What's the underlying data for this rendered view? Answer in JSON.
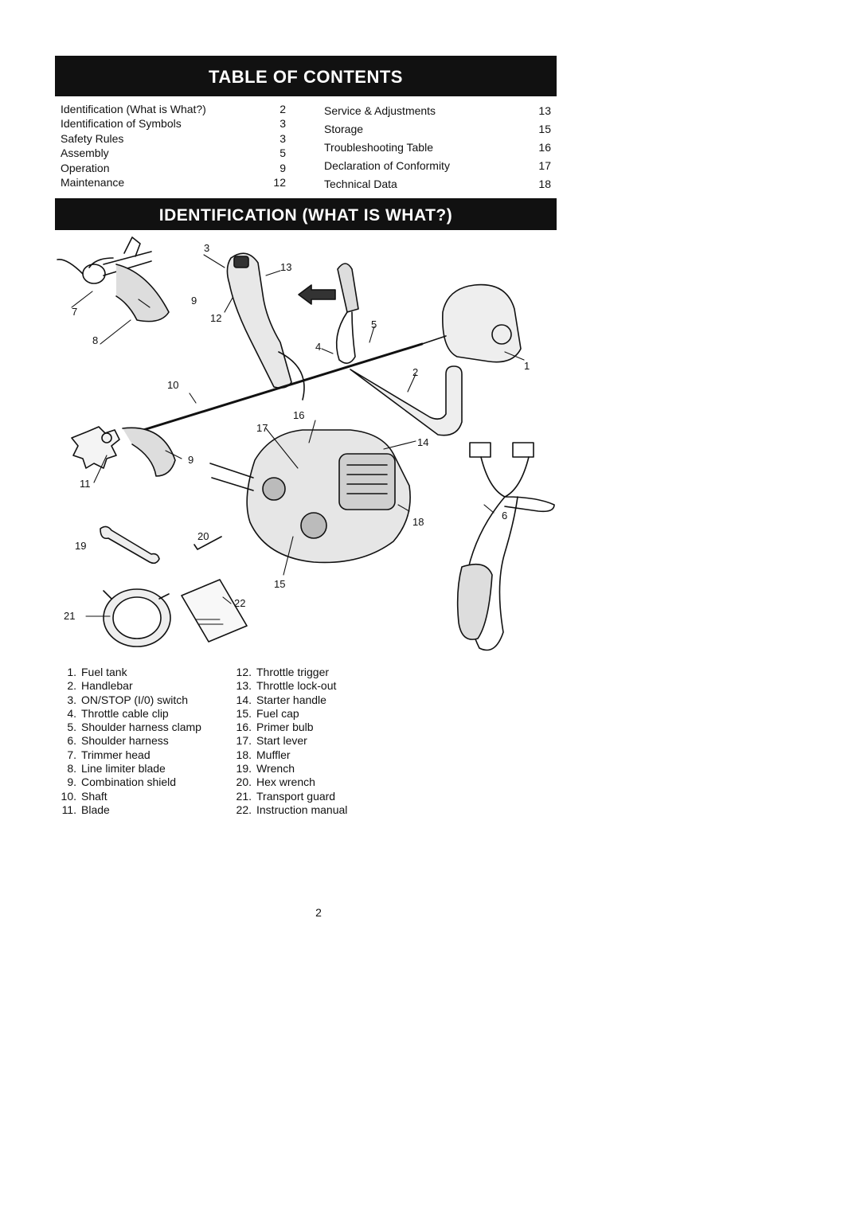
{
  "toc": {
    "title": "TABLE OF CONTENTS",
    "left": [
      {
        "label": "Identification (What is What?)",
        "page": "2"
      },
      {
        "label": "Identification of Symbols",
        "page": "3"
      },
      {
        "label": "Safety Rules",
        "page": "3"
      },
      {
        "label": "Assembly",
        "page": "5"
      },
      {
        "label": "Operation",
        "page": "9"
      },
      {
        "label": "Maintenance",
        "page": "12"
      }
    ],
    "right": [
      {
        "label": "Service & Adjustments",
        "page": "13"
      },
      {
        "label": "Storage",
        "page": "15"
      },
      {
        "label": "Troubleshooting Table",
        "page": "16"
      },
      {
        "label": "Declaration of Conformity",
        "page": "17"
      },
      {
        "label": "Technical Data",
        "page": "18"
      }
    ]
  },
  "identification": {
    "title": "IDENTIFICATION  (WHAT IS WHAT?)",
    "callouts": [
      "1",
      "2",
      "3",
      "4",
      "5",
      "6",
      "7",
      "8",
      "9",
      "10",
      "11",
      "12",
      "13",
      "14",
      "15",
      "16",
      "17",
      "18",
      "19",
      "20",
      "21",
      "22"
    ],
    "parts_left": [
      {
        "num": "1.",
        "name": "Fuel tank"
      },
      {
        "num": "2.",
        "name": "Handlebar"
      },
      {
        "num": "3.",
        "name": "ON/STOP (I/0) switch"
      },
      {
        "num": "4.",
        "name": "Throttle cable clip"
      },
      {
        "num": "5.",
        "name": "Shoulder harness clamp"
      },
      {
        "num": "6.",
        "name": "Shoulder harness"
      },
      {
        "num": "7.",
        "name": "Trimmer head"
      },
      {
        "num": "8.",
        "name": "Line limiter blade"
      },
      {
        "num": "9.",
        "name": "Combination shield"
      },
      {
        "num": "10.",
        "name": "Shaft"
      },
      {
        "num": "11.",
        "name": "Blade"
      }
    ],
    "parts_right": [
      {
        "num": "12.",
        "name": "Throttle trigger"
      },
      {
        "num": "13.",
        "name": "Throttle lock-out"
      },
      {
        "num": "14.",
        "name": "Starter handle"
      },
      {
        "num": "15.",
        "name": "Fuel cap"
      },
      {
        "num": "16.",
        "name": "Primer bulb"
      },
      {
        "num": "17.",
        "name": "Start lever"
      },
      {
        "num": "18.",
        "name": "Muffler"
      },
      {
        "num": "19.",
        "name": "Wrench"
      },
      {
        "num": "20.",
        "name": "Hex wrench"
      },
      {
        "num": "21.",
        "name": "Transport guard"
      },
      {
        "num": "22.",
        "name": "Instruction manual"
      }
    ]
  },
  "page_number": "2"
}
